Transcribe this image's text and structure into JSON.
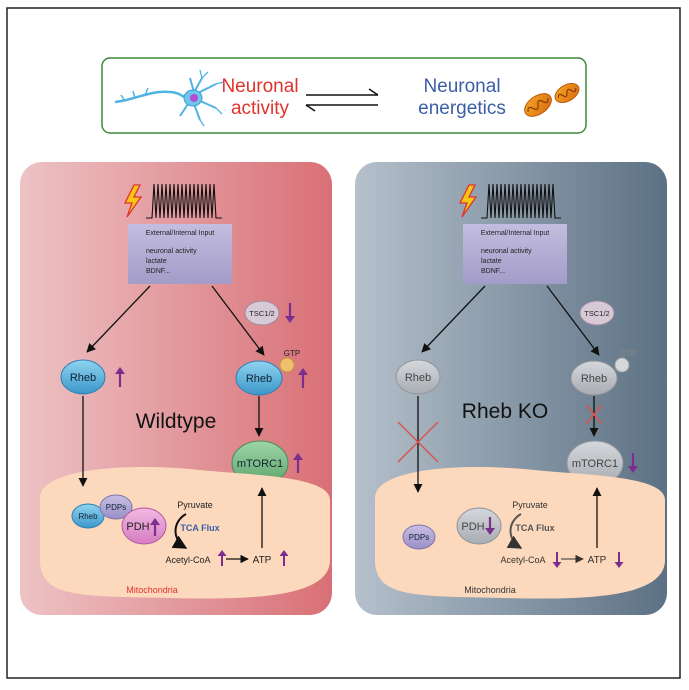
{
  "header": {
    "left_label_line1": "Neuronal",
    "left_label_line2": "activity",
    "right_label_line1": "Neuronal",
    "right_label_line2": "energetics",
    "left_color": "#e0332e",
    "right_color": "#3b5ea6"
  },
  "wildtype": {
    "title": "Wildtype",
    "input_title": "External/Internal Input",
    "input_items": [
      "neuronal activity",
      "lactate",
      "BDNF..."
    ],
    "tsc": "TSC1/2",
    "gtp": "GTP",
    "rheb_left": "Rheb",
    "rheb_right": "Rheb",
    "mtorc1": "mTORC1",
    "rheb_small": "Rheb",
    "pdps": "PDPs",
    "pdh": "PDH",
    "pyruvate": "Pyruvate",
    "tca": "TCA Flux",
    "acetyl": "Acetyl-CoA",
    "atp": "ATP",
    "mito": "Mitochondria"
  },
  "knockout": {
    "title": "Rheb KO",
    "input_title": "External/Internal Input",
    "input_items": [
      "neuronal activity",
      "lactate",
      "BDNF..."
    ],
    "tsc": "TSC1/2",
    "gtp": "GTP",
    "rheb_left": "Rheb",
    "rheb_right": "Rheb",
    "mtorc1": "mTORC1",
    "pdps": "PDPs",
    "pdh": "PDH",
    "pyruvate": "Pyruvate",
    "tca": "TCA Flux",
    "acetyl": "Acetyl-CoA",
    "atp": "ATP",
    "mito": "Mitochondria"
  },
  "colors": {
    "arrow_purple": "#7b2e8e",
    "block_cross": "#d9534f"
  }
}
